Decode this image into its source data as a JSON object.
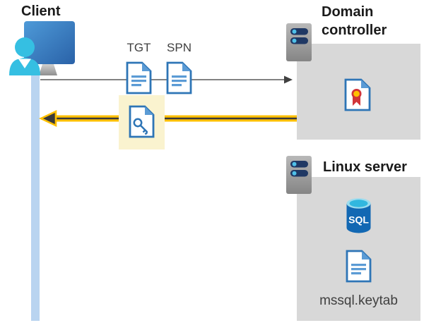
{
  "client": {
    "label": "Client"
  },
  "tickets": {
    "tgt_label": "TGT",
    "spn_label": "SPN"
  },
  "domain_controller": {
    "label": "Domain controller"
  },
  "linux_server": {
    "label": "Linux server",
    "sql_label": "SQL",
    "keytab_label": "mssql.keytab"
  },
  "colors": {
    "box_gray": "#d8d8d8",
    "lifeline_blue": "#b9d4f0",
    "doc_border_blue": "#2e75b6",
    "doc_fold_blue": "#5b9bd5",
    "highlight_yellow": "#faf3cf",
    "arrow_gray": "#595959",
    "arrow_yellow": "#ffc000",
    "arrow_dark": "#3a3a3a",
    "person_cyan": "#35bfe2",
    "server_bar_navy": "#1f3864",
    "server_dot_blue": "#4fc0e8",
    "sql_body_blue": "#1268b3",
    "sql_top_cyan": "#31b7df",
    "cert_red": "#d13438",
    "cert_gold": "#ffc000"
  }
}
